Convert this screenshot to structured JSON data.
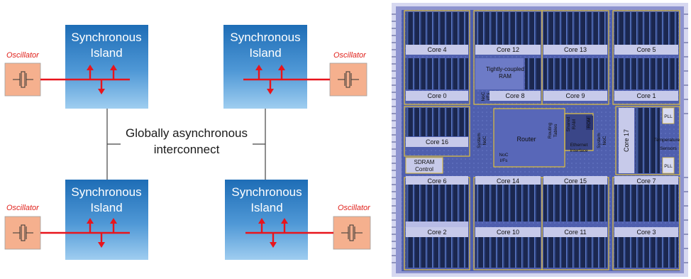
{
  "diagram": {
    "islands": [
      {
        "line1": "Synchronous",
        "line2": "Island"
      },
      {
        "line1": "Synchronous",
        "line2": "Island"
      },
      {
        "line1": "Synchronous",
        "line2": "Island"
      },
      {
        "line1": "Synchronous",
        "line2": "Island"
      }
    ],
    "oscillators": [
      "Oscillator",
      "Oscillator",
      "Oscillator",
      "Oscillator"
    ],
    "interconnect": {
      "line1": "Globally asynchronous",
      "line2": "interconnect"
    },
    "colors": {
      "island_top": "#1f6fb8",
      "island_bottom": "#8ec3ec",
      "wire": "#e8141c",
      "oscillator_fill": "#f5b08e",
      "label_red": "#e0201a"
    }
  },
  "chip": {
    "cores_top": [
      "Core 4",
      "Core 12",
      "Core 13",
      "Core 5"
    ],
    "cores_row2": [
      "Core 0",
      "Core 8",
      "Core 9",
      "Core 1"
    ],
    "cores_row3": [
      "Core 6",
      "Core 14",
      "Core 15",
      "Core 7"
    ],
    "cores_bottom": [
      "Core 2",
      "Core 10",
      "Core 11",
      "Core 3"
    ],
    "core_16": "Core 16",
    "core_17": "Core 17",
    "sdram": {
      "line1": "SDRAM",
      "line2": "Control"
    },
    "ram": {
      "line1": "Tightly-coupled",
      "line2": "RAM"
    },
    "router": "Router",
    "routing_tables": {
      "line1": "Routing",
      "line2": "Tables"
    },
    "shared_ram": {
      "line1": "Shared",
      "line2": "RAM"
    },
    "rom": "ROM",
    "ethernet": {
      "line1": "Ethernet",
      "line2": "Interface"
    },
    "system_noc_left": {
      "line1": "System",
      "line2": "NoC"
    },
    "system_noc_right": {
      "line1": "System",
      "line2": "NoC"
    },
    "noc_ifs_top": {
      "line1": "NoC",
      "line2": "I/Fs"
    },
    "noc_ifs_bottom": {
      "line1": "NoC",
      "line2": "I/Fs"
    },
    "pll_top": "PLL",
    "pll_bottom": "PLL",
    "temperature": "Temperature",
    "sensors": "Sensors"
  }
}
